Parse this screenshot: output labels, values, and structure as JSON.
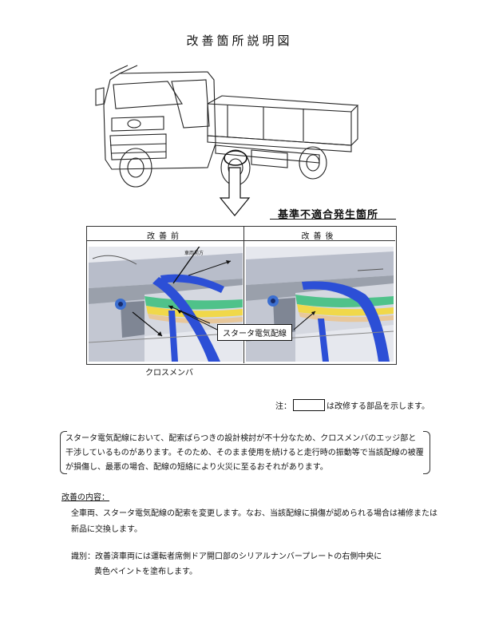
{
  "document": {
    "title": "改善箇所説明図",
    "defect_location_label": "基準不適合発生箇所",
    "before_label": "改善前",
    "after_label": "改善後",
    "direction_label": "車両前方",
    "starter_wire_label": "スタータ電気配線",
    "cross_member_label": "クロスメンバ",
    "note_prefix": "注：",
    "note_suffix": "は改修する部品を示します。",
    "description_lines": [
      "スタータ電気配線において、配索ばらつきの設計検討が不十分なため、クロスメンバのエッジ部と",
      "干渉しているものがあります。そのため、そのまま使用を続けると走行時の振動等で当該配線の被覆",
      "が損傷し、最悪の場合、配線の短絡により火災に至るおそれがあります。"
    ],
    "fix_heading": "改善の内容：",
    "fix_lines": [
      "全車両、スタータ電気配線の配索を変更します。なお、当該配線に損傷が認められる場合は補修または",
      "新品に交換します。"
    ],
    "identification_line1": "識別：改善済車両には運転者席側ドア開口部のシリアルナンバープレートの右側中央に",
    "identification_line2": "黄色ペイントを塗布します。"
  },
  "colors": {
    "harness_blue": "#2c4fd6",
    "wire_green": "#4fc28a",
    "wire_yellow": "#f0d84a",
    "frame_grey": "#9aa0ab",
    "background_frame": "#c8ccd6"
  }
}
